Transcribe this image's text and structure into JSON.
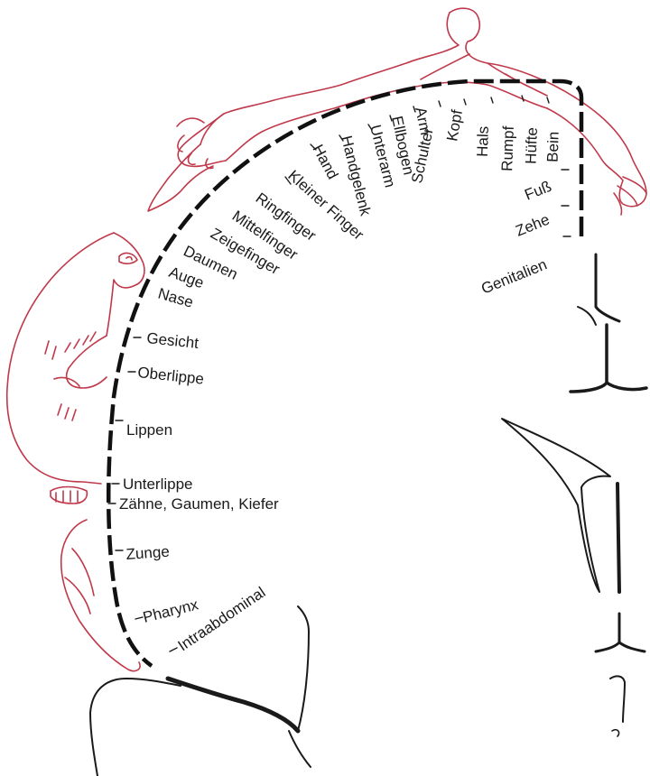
{
  "labels": {
    "hand": "Hand",
    "handgelenk": "Handgelenk",
    "unterarm": "Unterarm",
    "ellbogen": "Ellbogen",
    "arm": "Arm",
    "schulter": "Schulter",
    "kopf": "Kopf",
    "hals": "Hals",
    "rumpf": "Rumpf",
    "huefte": "Hüfte",
    "bein": "Bein",
    "fuss": "Fuß",
    "zehe": "Zehe",
    "genitalien": "Genitalien",
    "kleiner_finger": "Kleiner Finger",
    "ringfinger": "Ringfinger",
    "mittelfinger": "Mittelfinger",
    "zeigefinger": "Zeigefinger",
    "daumen": "Daumen",
    "auge": "Auge",
    "nase": "Nase",
    "gesicht": "Gesicht",
    "oberlippe": "Oberlippe",
    "lippen": "Lippen",
    "unterlippe": "Unterlippe",
    "zaehne": "Zähne, Gaumen, Kiefer",
    "zunge": "Zunge",
    "pharynx": "Pharynx",
    "intraabdominal": "Intraabdominal"
  },
  "colors": {
    "figure_outline": "#c0394b",
    "ink": "#1a1a1a"
  }
}
